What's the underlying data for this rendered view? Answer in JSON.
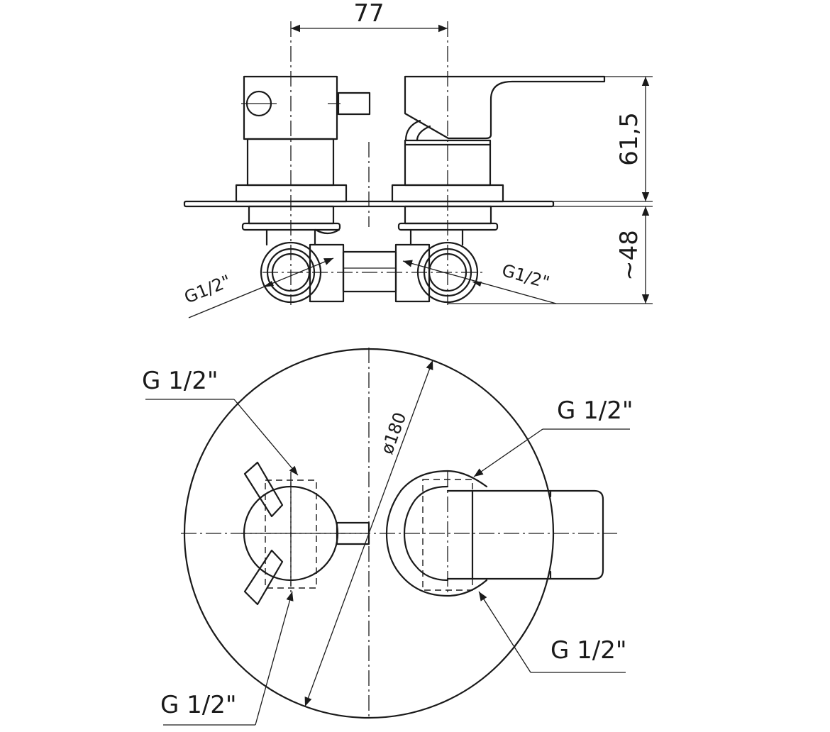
{
  "dimensions": {
    "width_between_centers": "77",
    "height_above_plate": "61,5",
    "depth_behind_plate": "~48",
    "plate_diameter": "ø180"
  },
  "thread_labels": {
    "side_left": "G1/2\"",
    "side_right": "G1/2\"",
    "front_top_left": "G 1/2\"",
    "front_top_right": "G 1/2\"",
    "front_bottom_left": "G 1/2\"",
    "front_bottom_right": "G 1/2\""
  }
}
